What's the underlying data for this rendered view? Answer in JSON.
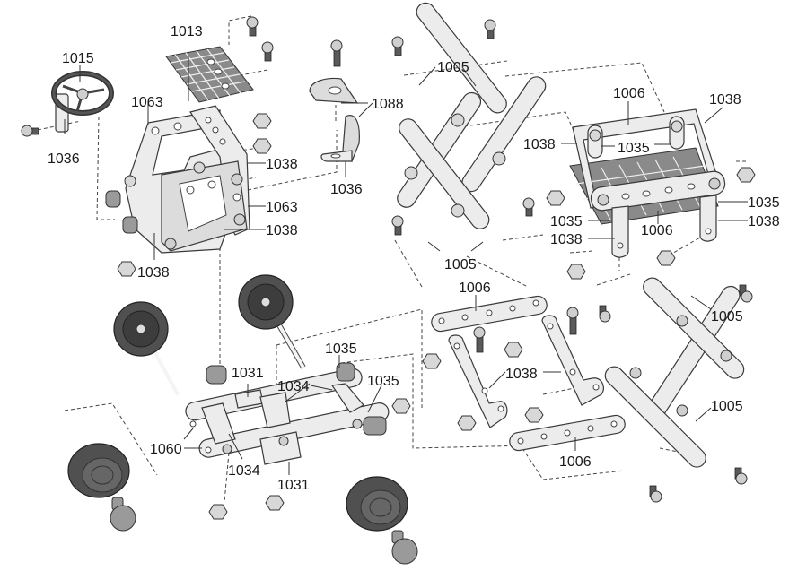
{
  "diagram": {
    "title": "Exploded assembly diagram — metal construction kit vehicle",
    "labels": [
      {
        "id": "l1013",
        "text": "1013"
      },
      {
        "id": "l1015",
        "text": "1015"
      },
      {
        "id": "l1063a",
        "text": "1063"
      },
      {
        "id": "l1036a",
        "text": "1036"
      },
      {
        "id": "l1038a",
        "text": "1038"
      },
      {
        "id": "l1063b",
        "text": "1063"
      },
      {
        "id": "l1038b",
        "text": "1038"
      },
      {
        "id": "l1038c",
        "text": "1038"
      },
      {
        "id": "l1088",
        "text": "1088"
      },
      {
        "id": "l1036b",
        "text": "1036"
      },
      {
        "id": "l1005a",
        "text": "1005"
      },
      {
        "id": "l1005b",
        "text": "1005"
      },
      {
        "id": "l1006a",
        "text": "1006"
      },
      {
        "id": "l1038d",
        "text": "1038"
      },
      {
        "id": "l1038e",
        "text": "1038"
      },
      {
        "id": "l1035a",
        "text": "1035"
      },
      {
        "id": "l1035b",
        "text": "1035"
      },
      {
        "id": "l1035c",
        "text": "1035"
      },
      {
        "id": "l1006b",
        "text": "1006"
      },
      {
        "id": "l1038f",
        "text": "1038"
      },
      {
        "id": "l1038g",
        "text": "1038"
      },
      {
        "id": "l1006c",
        "text": "1006"
      },
      {
        "id": "l1038h",
        "text": "1038"
      },
      {
        "id": "l1005c",
        "text": "1005"
      },
      {
        "id": "l1005d",
        "text": "1005"
      },
      {
        "id": "l1006d",
        "text": "1006"
      },
      {
        "id": "l1035d",
        "text": "1035"
      },
      {
        "id": "l1031a",
        "text": "1031"
      },
      {
        "id": "l1034a",
        "text": "1034"
      },
      {
        "id": "l1035e",
        "text": "1035"
      },
      {
        "id": "l1060",
        "text": "1060"
      },
      {
        "id": "l1034b",
        "text": "1034"
      },
      {
        "id": "l1031b",
        "text": "1031"
      }
    ],
    "parts": {
      "steering_wheel": "steering-wheel",
      "grid_plate": "grid-plate",
      "seat": "seat",
      "wheel": "wheel",
      "axle": "axle",
      "hub_cap": "hub-cap",
      "spacer": "spacer",
      "screw": "screw",
      "nut": "nut",
      "strip": "perforated-strip",
      "angle_bracket": "angle-bracket"
    }
  }
}
